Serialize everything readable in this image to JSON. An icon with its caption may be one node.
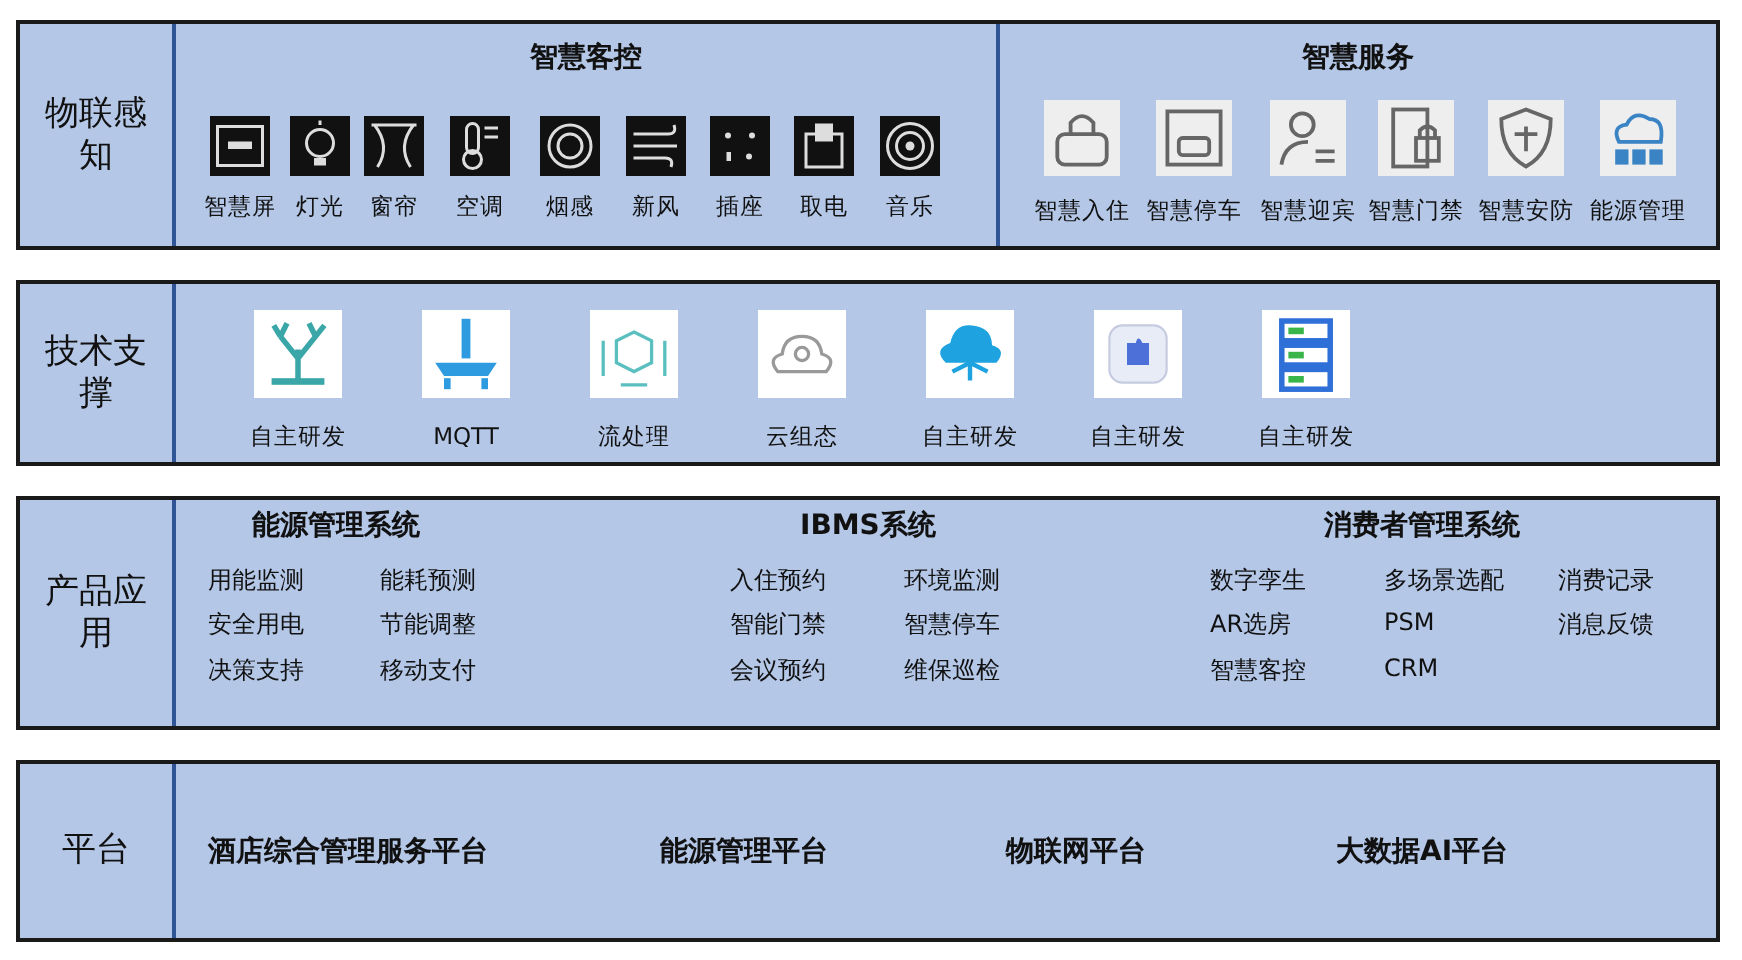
{
  "diagram": {
    "nodes": [
      {
        "text": [
          "物联感知"
        ]
      },
      {
        "text": [
          "智慧客控"
        ],
        "in": 0
      },
      {
        "text": [
          "智慧屏"
        ],
        "in": 1
      },
      {
        "text": [
          "灯光"
        ],
        "in": 1
      },
      {
        "text": [
          "窗帘"
        ],
        "in": 1
      },
      {
        "text": [
          "空调"
        ],
        "in": 1
      },
      {
        "text": [
          "烟感"
        ],
        "in": 1
      },
      {
        "text": [
          "新风"
        ],
        "in": 1
      },
      {
        "text": [
          "插座"
        ],
        "in": 1
      },
      {
        "text": [
          "取电"
        ],
        "in": 1
      },
      {
        "text": [
          "音乐"
        ],
        "in": 1
      },
      {
        "text": [
          "智慧服务"
        ],
        "in": 0
      },
      {
        "text": [
          "智慧入住"
        ],
        "in": 11
      },
      {
        "text": [
          "智慧停车"
        ],
        "in": 11
      },
      {
        "text": [
          "智慧迎宾"
        ],
        "in": 11
      },
      {
        "text": [
          "智慧门禁"
        ],
        "in": 11
      },
      {
        "text": [
          "智慧安防"
        ],
        "in": 11
      },
      {
        "text": [
          "能源管理"
        ],
        "in": 11
      },
      {
        "text": [
          "技术支撑"
        ]
      },
      {
        "text": [
          "自主研发"
        ],
        "in": 18
      },
      {
        "text": [
          "MQTT"
        ],
        "in": 18
      },
      {
        "text": [
          "流处理"
        ],
        "in": 18
      },
      {
        "text": [
          "云组态"
        ],
        "in": 18
      },
      {
        "text": [
          "自主研发"
        ],
        "in": 18
      },
      {
        "text": [
          "自主研发"
        ],
        "in": 18
      },
      {
        "text": [
          "自主研发"
        ],
        "in": 18
      },
      {
        "text": [
          "产品应用",
          "能源管理系统",
          "用能监测",
          "能耗预测",
          "安全用电",
          "节能调整",
          "决策支持",
          "移动支付",
          "IBMS系统",
          "入住预约",
          "环境监测",
          "智能门禁",
          "智慧停车",
          "会议预约",
          "维保巡检",
          "消费者管理系统",
          "数字孪生",
          "多场景选配",
          "消费记录",
          "AR选房",
          "PSM",
          "消息反馈",
          "智慧客控",
          "CRM"
        ]
      },
      {
        "text": [
          "平台",
          "酒店综合管理服务平台",
          "能源管理平台",
          "物联网平台",
          "大数据AI平台"
        ]
      }
    ]
  }
}
